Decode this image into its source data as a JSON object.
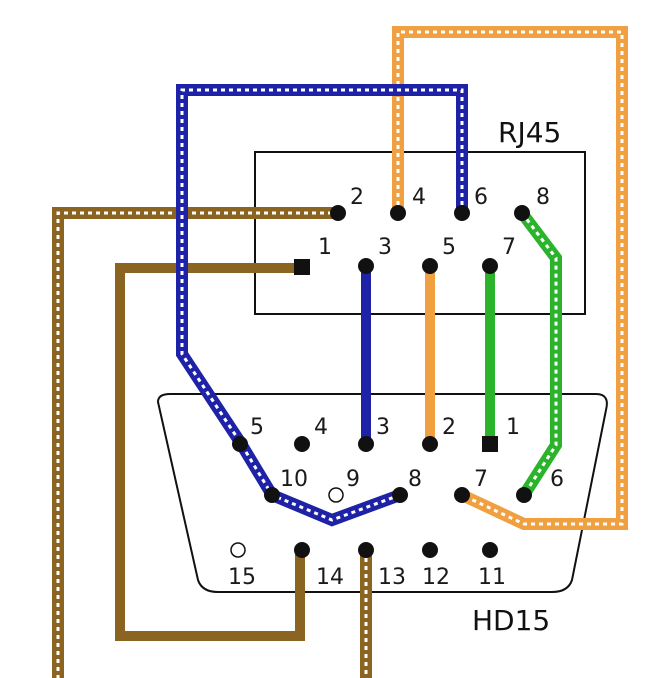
{
  "rj45": {
    "title": "RJ45",
    "pins": [
      "1",
      "2",
      "3",
      "4",
      "5",
      "6",
      "7",
      "8"
    ]
  },
  "hd15": {
    "title": "HD15",
    "pins": [
      "1",
      "2",
      "3",
      "4",
      "5",
      "6",
      "7",
      "8",
      "9",
      "10",
      "11",
      "12",
      "13",
      "14",
      "15"
    ]
  },
  "colors": {
    "blue": "#1d22a6",
    "orange": "#f0a040",
    "green": "#2bb32b",
    "brown": "#8a6420",
    "dot": "#111111"
  },
  "wiring": [
    {
      "wire": "blue-striped",
      "rj45_pin": "6",
      "hd15_pin": "5"
    },
    {
      "wire": "blue-striped",
      "rj45_pin": "6",
      "hd15_pin": "10"
    },
    {
      "wire": "blue-striped",
      "rj45_pin": "6",
      "hd15_pin": "8"
    },
    {
      "wire": "blue-solid",
      "rj45_pin": "3",
      "hd15_pin": "3"
    },
    {
      "wire": "orange-solid",
      "rj45_pin": "5",
      "hd15_pin": "2"
    },
    {
      "wire": "orange-striped",
      "rj45_pin": "4",
      "hd15_pin": "7"
    },
    {
      "wire": "green-solid",
      "rj45_pin": "7",
      "hd15_pin": "1"
    },
    {
      "wire": "green-striped",
      "rj45_pin": "8",
      "hd15_pin": "6"
    },
    {
      "wire": "brown-solid",
      "rj45_pin": "1",
      "hd15_pin": "14"
    },
    {
      "wire": "brown-striped",
      "rj45_pin": "2",
      "hd15_pin": "13"
    }
  ]
}
